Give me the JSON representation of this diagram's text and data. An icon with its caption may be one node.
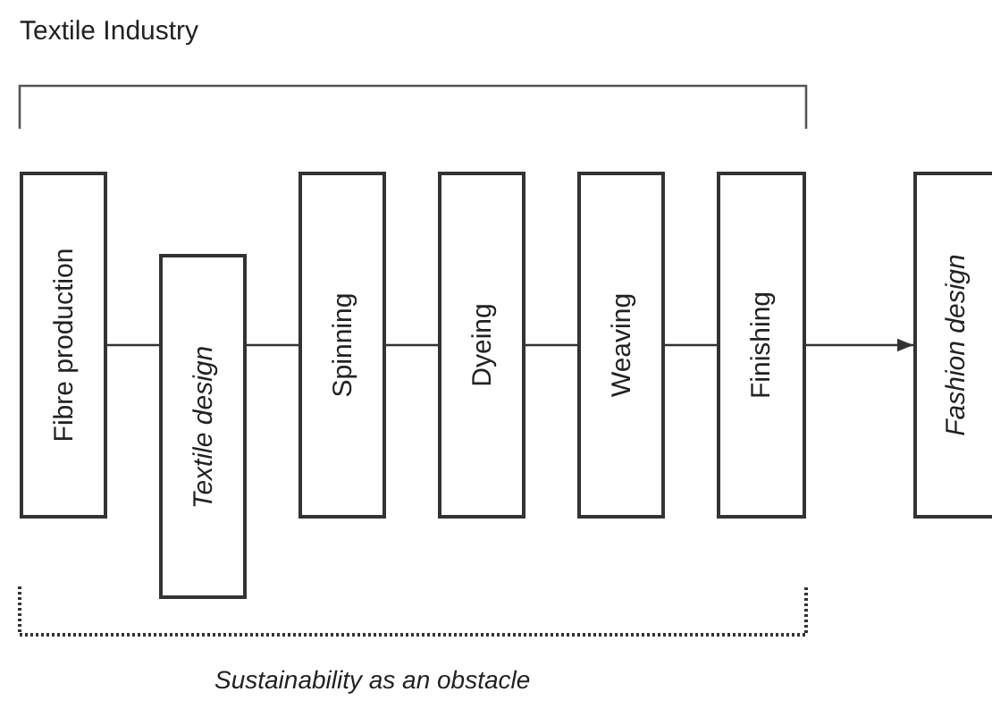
{
  "diagram": {
    "nodes": [
      {
        "text": [
          "Fibre production"
        ]
      },
      {
        "text": [
          "Textile design"
        ]
      },
      {
        "text": [
          "Spinning"
        ]
      },
      {
        "text": [
          "Dyeing"
        ]
      },
      {
        "text": [
          "Weaving"
        ]
      },
      {
        "text": [
          "Finishing"
        ]
      },
      {
        "text": [
          "Fashion design"
        ]
      }
    ],
    "edges": [
      {
        "from": 0,
        "to": 1,
        "arrow": "none"
      },
      {
        "from": 1,
        "to": 2,
        "arrow": "none"
      },
      {
        "from": 2,
        "to": 3,
        "arrow": "none"
      },
      {
        "from": 3,
        "to": 4,
        "arrow": "none"
      },
      {
        "from": 4,
        "to": 5,
        "arrow": "none"
      },
      {
        "from": 5,
        "to": 6,
        "arrow": "to"
      }
    ],
    "labels": [
      "Textile Industry",
      "Sustainability as an obstacle"
    ]
  }
}
